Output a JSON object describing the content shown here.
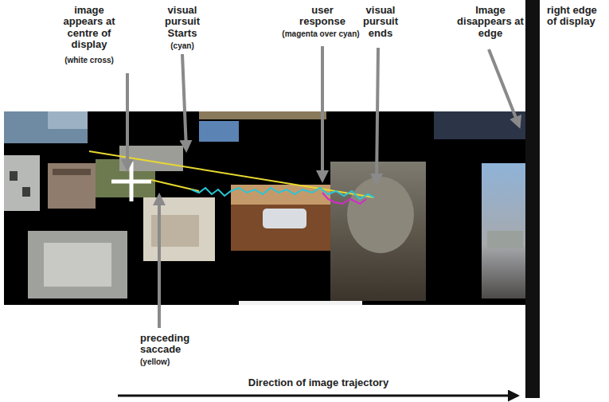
{
  "diagram": {
    "labels": [
      "image appears at centre of display",
      "(white cross)",
      "visual pursuit Starts",
      "(cyan)",
      "user response",
      "(magenta over cyan)",
      "visual pursuit ends",
      "Image disappears at edge",
      "right edge of display",
      "preceding saccade",
      "(yellow)",
      "Direction of image trajectory"
    ]
  }
}
